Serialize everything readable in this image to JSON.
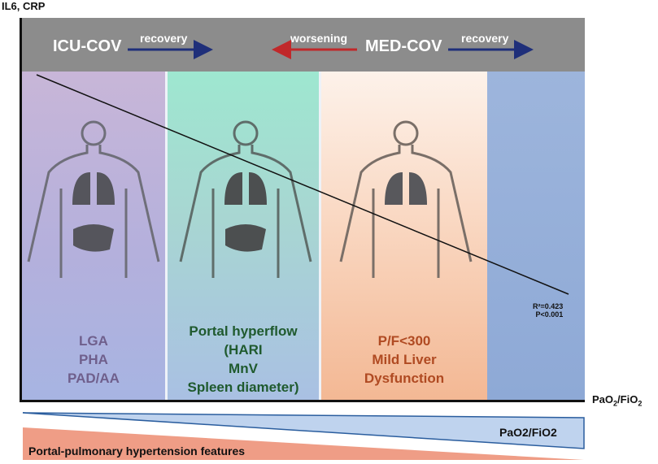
{
  "axes": {
    "y_label": "IL6, CRP",
    "x_label": "PaO",
    "x_label_sub1": "2",
    "x_label_mid": "/FiO",
    "x_label_sub2": "2"
  },
  "header": {
    "icu": "ICU-COV",
    "recovery_left": "recovery",
    "worsening": "worsening",
    "med": "MED-COV",
    "recovery_right": "recovery"
  },
  "bands": {
    "band1": [
      "LGA",
      "PHA",
      "PAD/AA"
    ],
    "band2": [
      "Portal hyperflow",
      "(HARI",
      "MnV",
      "Spleen diameter)"
    ],
    "band3": [
      "P/F<300",
      "Mild Liver",
      "Dysfunction"
    ]
  },
  "regression": {
    "r2": "R²=0.423",
    "p": "P<0.001"
  },
  "bottom": {
    "pao_label": "PaO2/FiO2",
    "portal_label": "Portal-pulmonary hypertension features"
  },
  "colors": {
    "arrow_blue": "#1f2f7a",
    "arrow_red": "#c0282a",
    "pao_wedge": "#bfd3ee",
    "portal_wedge": "#ef9d86"
  }
}
